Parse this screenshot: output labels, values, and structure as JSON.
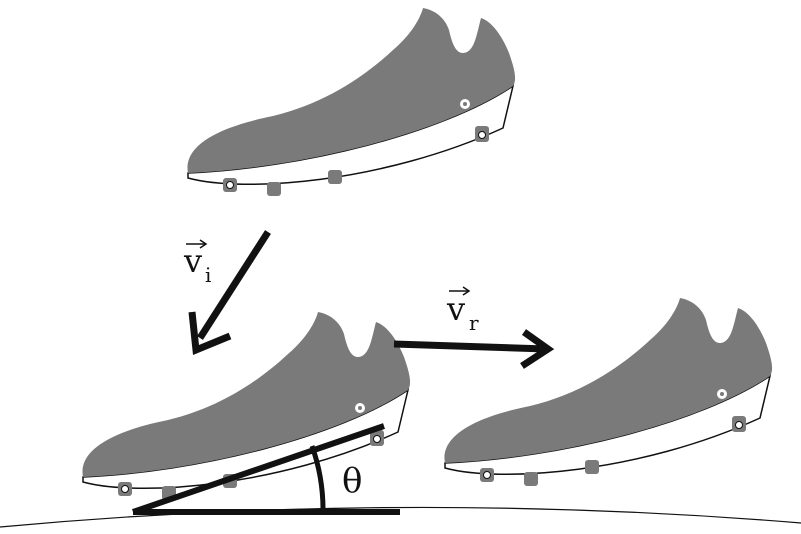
{
  "labels": {
    "v_incident": {
      "symbol": "v",
      "subscript": "i"
    },
    "v_reflected": {
      "symbol": "v",
      "subscript": "r"
    },
    "angle": "θ"
  },
  "colors": {
    "shoe": "#7a7a7a",
    "outline": "#111111",
    "sole": "#ffffff",
    "arrow": "#111111"
  }
}
